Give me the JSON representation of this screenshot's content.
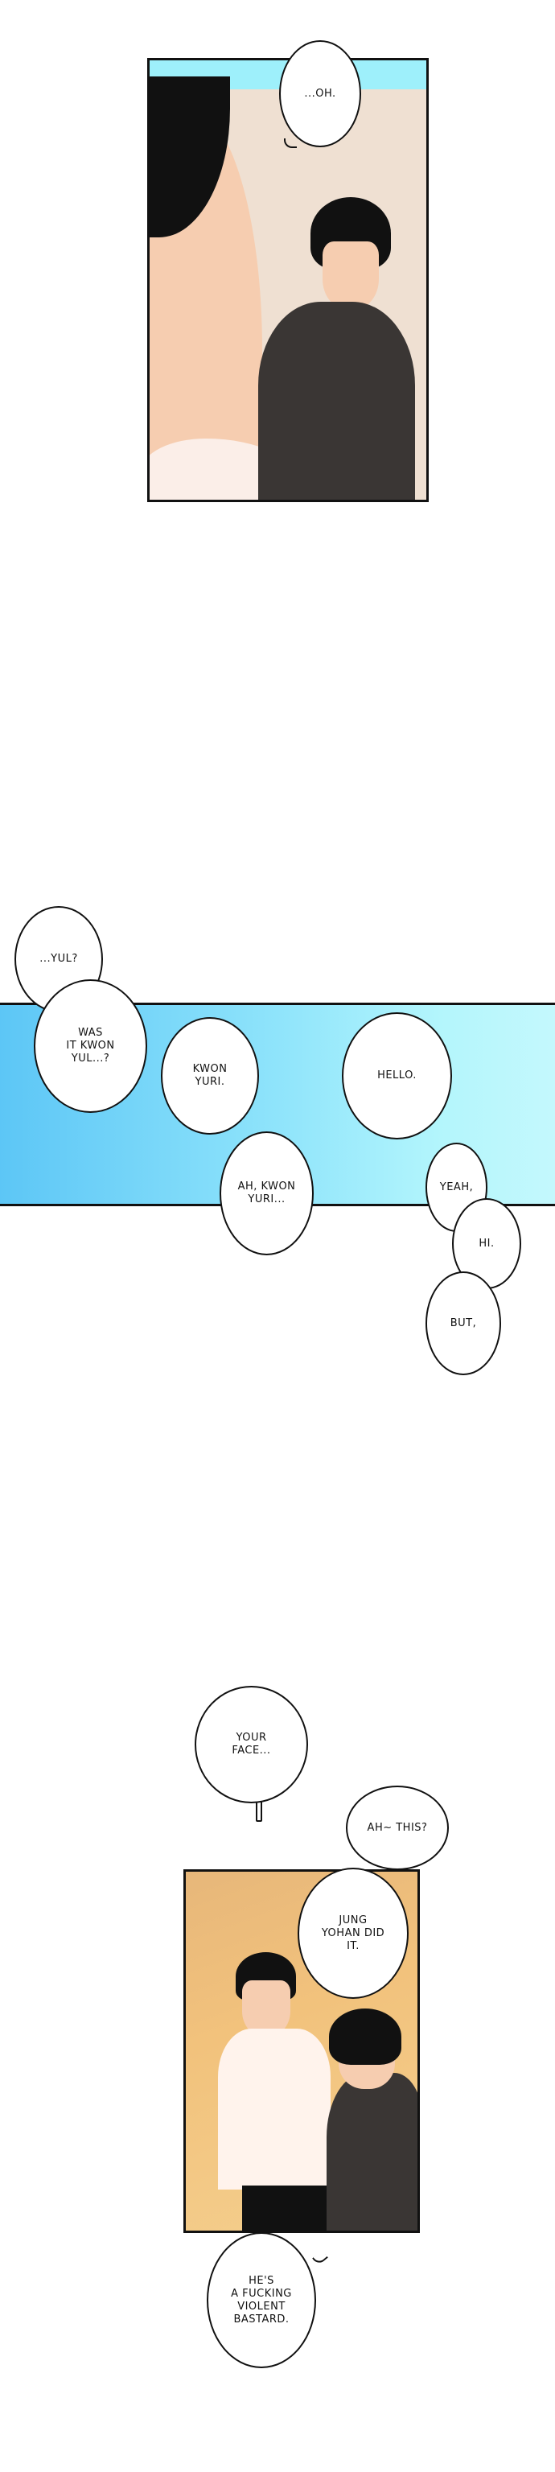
{
  "colors": {
    "sky": "#9ef0fb",
    "wall": "#efe0d2",
    "blue_left": "#5cc6f6",
    "blue_right": "#b4f6fc",
    "panel3_bg": "#f2c27c",
    "shirt": "#3a3634",
    "hair": "#111111",
    "skin": "#f6cdb0"
  },
  "panel1": {
    "bubble": "...OH."
  },
  "panel2": {
    "bubbles": [
      "...YUL?",
      "WAS\nIT KWON\nYUL...?",
      "KWON\nYURI.",
      "HELLO.",
      "AH, KWON\nYURI...",
      "YEAH,",
      "HI.",
      "BUT,"
    ]
  },
  "panel3": {
    "bubbles": [
      "YOUR\nFACE...",
      "AH~ THIS?",
      "JUNG\nYOHAN DID\nIT.",
      "HE'S\nA FUCKING\nVIOLENT\nBASTARD."
    ]
  }
}
